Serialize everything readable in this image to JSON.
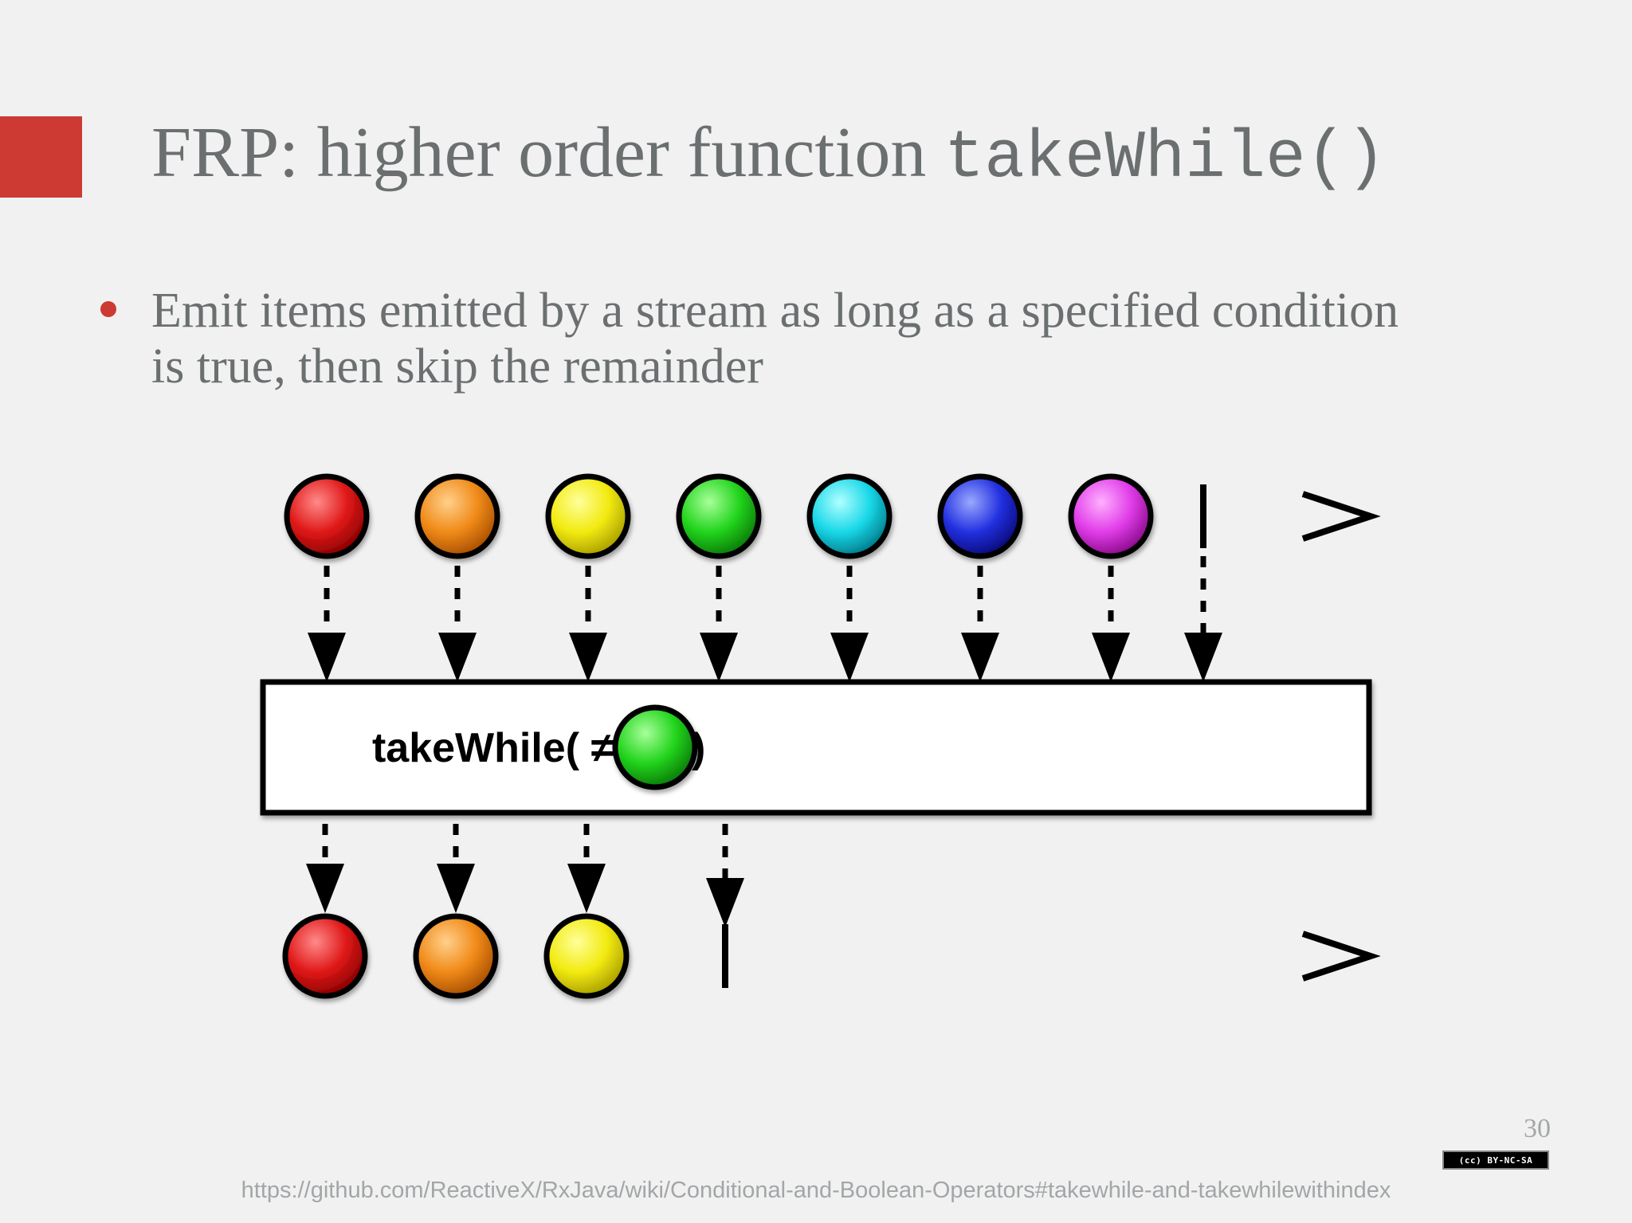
{
  "slide": {
    "title_prefix": "FRP: higher order function ",
    "title_code": "takeWhile()",
    "bullet": "Emit items emitted by a stream as long as a specified condition is true, then skip the remainder",
    "page_number": "30",
    "license": "(cc) BY-NC-SA",
    "source_url": "https://github.com/ReactiveX/RxJava/wiki/Conditional-and-Boolean-Operators#takewhile-and-takewhilewithindex"
  },
  "colors": {
    "accent": "#cc3a33",
    "text": "#6b6f70",
    "muted": "#a3a6a7",
    "background": "#f1f1f2"
  },
  "diagram": {
    "operator": {
      "label": "takeWhile( ≠ ",
      "closing": " )",
      "predicate_color": "green"
    },
    "input_stream": [
      "red",
      "orange",
      "yellow",
      "green",
      "cyan",
      "blue",
      "magenta"
    ],
    "input_completes": true,
    "output_stream": [
      "red",
      "orange",
      "yellow"
    ],
    "output_completes": true,
    "marble_palette": {
      "red": [
        "#ff8a8a",
        "#e01818",
        "#8a0000"
      ],
      "orange": [
        "#ffd08a",
        "#f08a18",
        "#a84f00"
      ],
      "yellow": [
        "#ffff9a",
        "#f2ea10",
        "#a89e00"
      ],
      "green": [
        "#a8ff9a",
        "#22d41c",
        "#0a7a08"
      ],
      "cyan": [
        "#b0ffff",
        "#18d8e8",
        "#007a8a"
      ],
      "blue": [
        "#9aa8ff",
        "#2230e0",
        "#0a0a7a"
      ],
      "magenta": [
        "#ffb0ff",
        "#e03ce8",
        "#8a0a8a"
      ]
    }
  }
}
